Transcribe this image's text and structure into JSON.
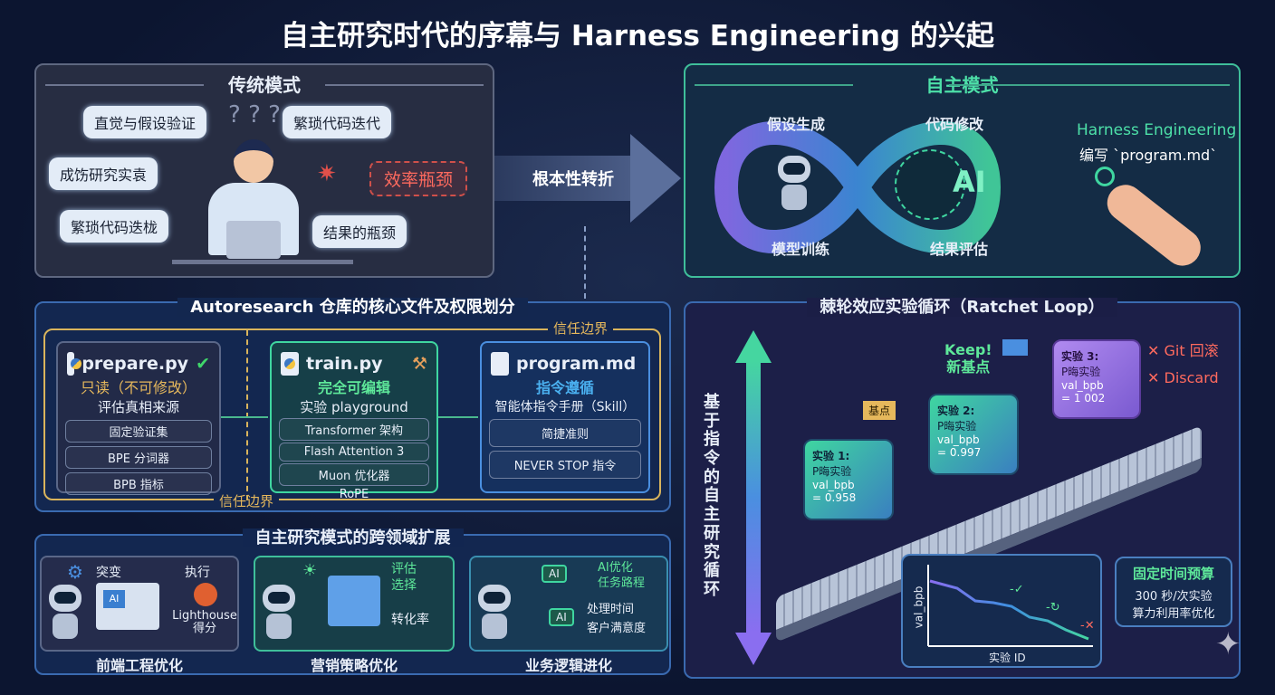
{
  "title": "自主研究时代的序幕与 Harness Engineering 的兴起",
  "traditional": {
    "heading": "传统模式",
    "bubbles": [
      "直觉与假设验证",
      "繁琐代码迭代",
      "成饬研究实袁",
      "繁琐代码迭栊",
      "结果的瓶颈"
    ],
    "question_marks": "? ? ?",
    "bottleneck": "效率瓶颈"
  },
  "transition": {
    "label": "根本性转折"
  },
  "autonomous": {
    "heading": "自主模式",
    "loop_steps": [
      "假设生成",
      "代码修改",
      "结果评估",
      "模型训练"
    ],
    "center_label": "AI",
    "harness_title": "Harness Engineering",
    "harness_sub": "编写 `program.md`"
  },
  "repo": {
    "heading": "Autoresearch 仓库的核心文件及权限划分",
    "trust_boundary": "信任边界",
    "files": [
      {
        "name": "prepare.py",
        "mode": "只读（不可修改）",
        "desc": "评估真相来源",
        "items": [
          "固定验证集",
          "BPE 分词器",
          "BPB 指标"
        ]
      },
      {
        "name": "train.py",
        "mode": "完全可编辑",
        "desc": "实验 playground",
        "items": [
          "Transformer 架构",
          "Flash Attention 3",
          "Muon 优化器",
          "RoPE"
        ]
      },
      {
        "name": "program.md",
        "mode": "指令遵循",
        "desc": "智能体指令手册（Skill）",
        "items": [
          "简捷准则",
          "NEVER STOP 指令"
        ]
      }
    ]
  },
  "ratchet": {
    "heading": "棘轮效应实验循环（Ratchet Loop）",
    "vertical_label": "基于指令的自主研究循环",
    "baseline_flag": "基点",
    "keep_label": "Keep!",
    "new_baseline": "新基点",
    "experiments": [
      {
        "name": "实验 1:",
        "sub": "P晦实验",
        "metric": "val_bpb",
        "value": "= 0.958"
      },
      {
        "name": "实验 2:",
        "sub": "P晦实验",
        "metric": "val_bpb",
        "value": "= 0.997"
      },
      {
        "name": "实验 3:",
        "sub": "P晦实验",
        "metric": "val_bpb",
        "value": "= 1 002"
      }
    ],
    "rollback": "Git 回滚",
    "discard": "Discard",
    "mini_chart": {
      "ylabel": "val_bpb",
      "xlabel": "实验 ID",
      "markers": [
        "-✓",
        "-↻",
        "-✕"
      ]
    },
    "budget": {
      "title": "固定时间预算",
      "line1": "300 秒/次实验",
      "line2": "算力利用率优化"
    }
  },
  "expansion": {
    "heading": "自主研究模式的跨领域扩展",
    "cards": [
      {
        "title": "前端工程优化",
        "tags": [
          "突变",
          "执行",
          "Lighthouse",
          "得分"
        ],
        "screen": "AI"
      },
      {
        "title": "营销策略优化",
        "tags": [
          "评估",
          "选择",
          "转化率"
        ]
      },
      {
        "title": "业务逻辑进化",
        "tags": [
          "AI优化",
          "任务路程",
          "处理时间",
          "客户满意度"
        ],
        "nodes": [
          "AI",
          "AI"
        ]
      }
    ]
  },
  "colors": {
    "bg": "#0c1530",
    "teal": "#3fd6a0",
    "blue": "#4a8fe0",
    "gold": "#e6b85c",
    "red": "#e0504a"
  }
}
